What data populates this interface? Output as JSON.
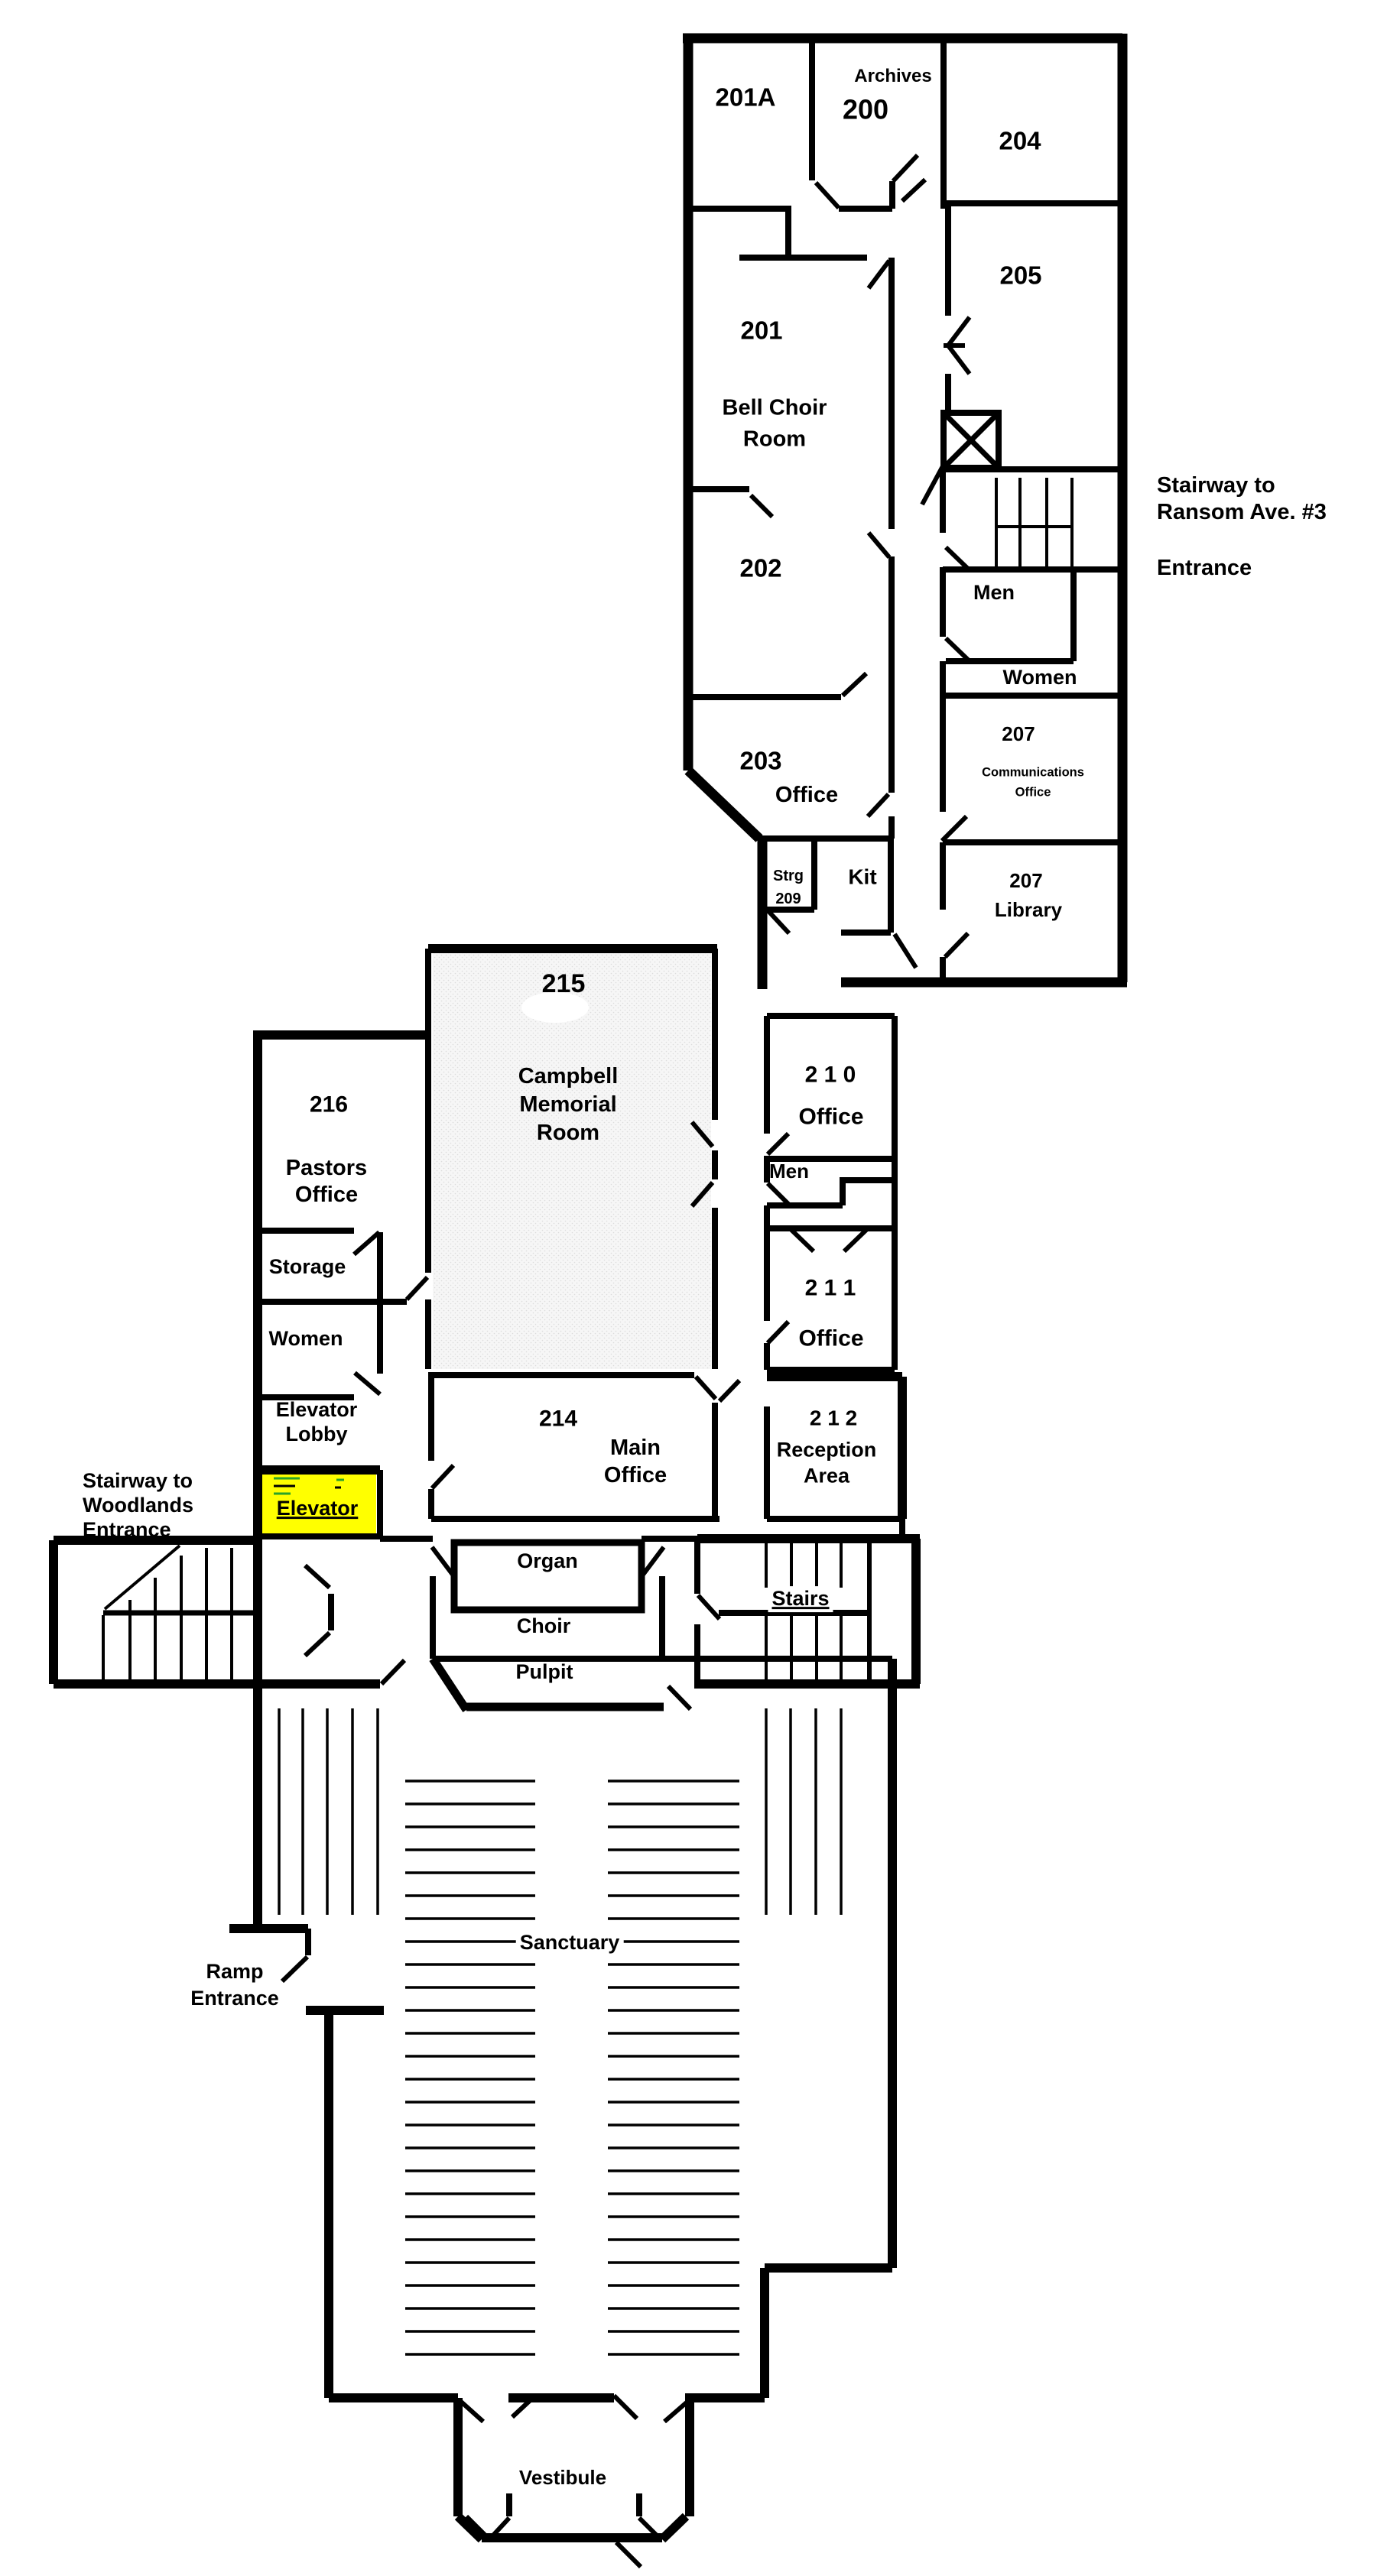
{
  "colors": {
    "highlight": "#ffff00",
    "walls": "#000000",
    "memorial_room_fill": "#f6f6f6",
    "elevator_marks_green": "#29a329"
  },
  "labels": {
    "room_201a": "201A",
    "room_200_name": "Archives",
    "room_200": "200",
    "room_204": "204",
    "room_205": "205",
    "room_201": "201",
    "room_201_name": "Bell Choir\nRoom",
    "stair_ransom": "Stairway to\nRansom Ave. #3",
    "stair_ransom_entrance": "Entrance",
    "men_upper": "Men",
    "women_upper": "Women",
    "room_202": "202",
    "room_203": "203",
    "room_203_name": "Office",
    "room_207c": "207",
    "room_207c_name": "Communications\nOffice",
    "strg_209": "Strg\n209",
    "kit": "Kit",
    "room_207l": "207",
    "room_207l_name": "Library",
    "room_215": "215",
    "room_215_name": "Campbell\nMemorial\nRoom",
    "room_216": "216",
    "room_216_name": "Pastors\nOffice",
    "room_210": "2 1 0",
    "room_210_name": "Office",
    "men_mid": "Men",
    "room_211": "2 1 1",
    "room_211_name": "Office",
    "storage": "Storage",
    "women_mid": "Women",
    "elevator_lobby": "Elevator\nLobby",
    "elevator": "Elevator",
    "room_214": "214",
    "room_214_name": "Main\nOffice",
    "room_212": "2 1 2",
    "room_212_name": "Reception\nArea",
    "stair_woodlands": "Stairway to\nWoodlands\nEntrance",
    "organ": "Organ",
    "choir": "Choir",
    "pulpit": "Pulpit",
    "stairs": "Stairs",
    "sanctuary": "Sanctuary",
    "ramp_entrance": "Ramp\nEntrance",
    "vestibule": "Vestibule"
  }
}
